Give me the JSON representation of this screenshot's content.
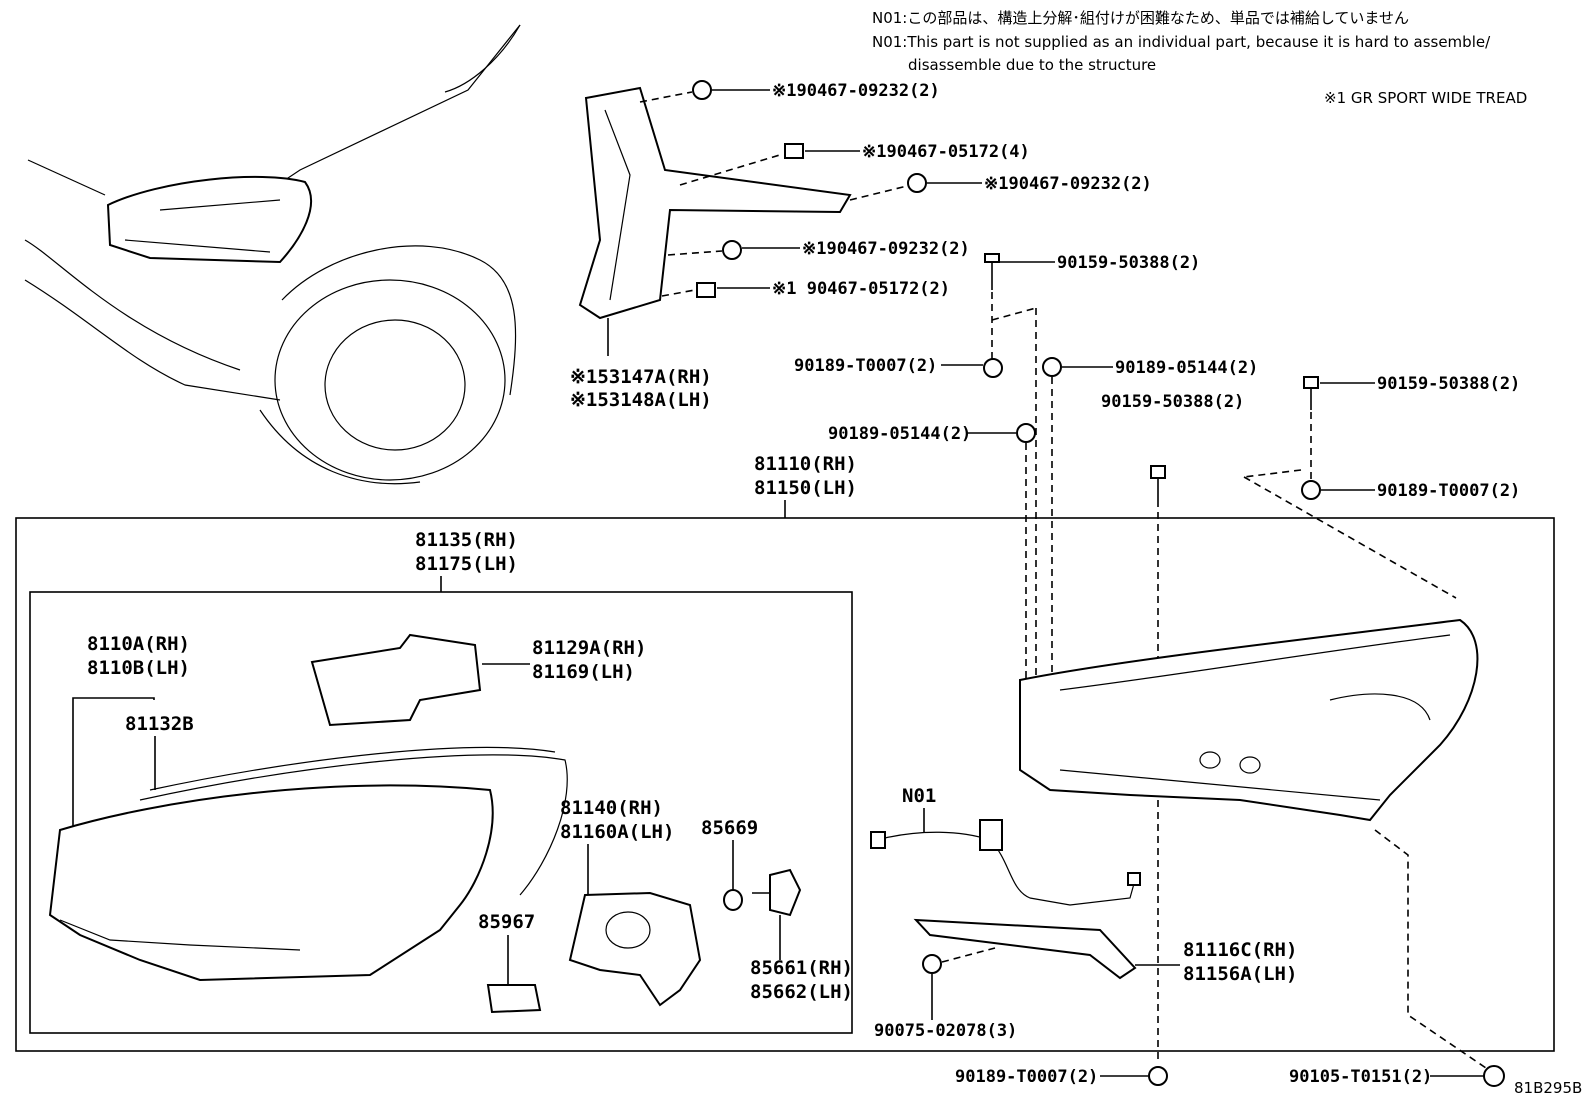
{
  "notes": {
    "n01_ja": "N01:この部品は、構造上分解･組付けが困難なため、単品では補給していません",
    "n01_en_1": "N01:This part is not supplied as an individual part, because it is hard to assemble/",
    "n01_en_2": "disassemble due to the structure",
    "grade_note": "※1 GR SPORT WIDE TREAD",
    "figure_code": "81B295B"
  },
  "labels": {
    "clip_09232_a": "※190467-09232(2)",
    "clip_05172_a": "※190467-05172(4)",
    "clip_09232_b": "※190467-09232(2)",
    "clip_09232_c": "※190467-09232(2)",
    "clip_05172_b": "※1 90467-05172(2)",
    "garnish_rh": "※153147A(RH)",
    "garnish_lh": "※153148A(LH)",
    "screw_50388_a": "90159-50388(2)",
    "nut_t0007_a": "90189-T0007(2)",
    "nut_05144_a": "90189-05144(2)",
    "screw_50388_b": "90159-50388(2)",
    "nut_05144_b": "90189-05144(2)",
    "screw_50388_c": "90159-50388(2)",
    "nut_t0007_b": "90189-T0007(2)",
    "assy_rh": "81110(RH)",
    "assy_lh": "81150(LH)",
    "unit_rh": "81135(RH)",
    "unit_lh": "81175(LH)",
    "lens_rh": "8110A(RH)",
    "lens_lh": "8110B(LH)",
    "gasket": "81132B",
    "bracket_rh": "81129A(RH)",
    "bracket_lh": "81169(LH)",
    "reflector_rh": "81140(RH)",
    "reflector_lh": "81160A(LH)",
    "ring": "85669",
    "module": "85967",
    "socket_rh": "85661(RH)",
    "socket_lh": "85662(LH)",
    "wire": "N01",
    "cover_rh": "81116C(RH)",
    "cover_lh": "81156A(LH)",
    "screw_02078": "90075-02078(3)",
    "nut_t0007_c": "90189-T0007(2)",
    "bolt_t0151": "90105-T0151(2)"
  }
}
